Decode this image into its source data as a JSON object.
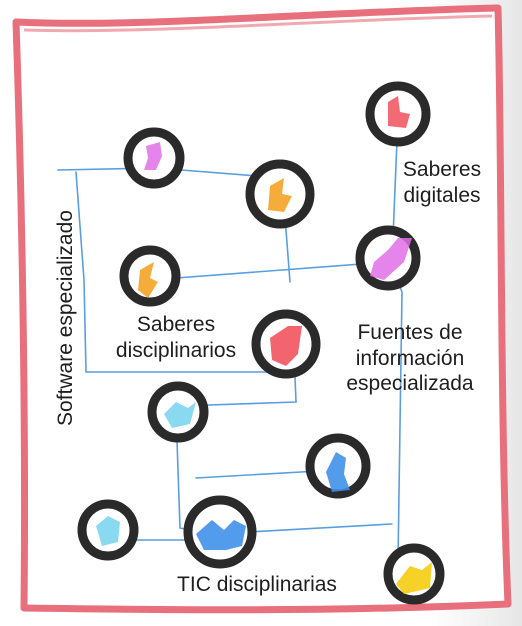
{
  "labels": {
    "saberes_digitales": [
      "Saberes",
      "digitales"
    ],
    "saberes_disciplinarios": [
      "Saberes",
      "disciplinarios"
    ],
    "fuentes": [
      "Fuentes de",
      "información",
      "especializada"
    ],
    "tic": "TIC disciplinarias",
    "software": "Software especializado"
  },
  "colors": {
    "frame": "#e8707c",
    "link": "#5a9ee0",
    "node_ring": "#2a2a2a",
    "magenta": "#e070e8",
    "orange": "#f5a020",
    "red": "#f0505a",
    "cyan": "#7cd6f0",
    "blue": "#3a8ee8",
    "yellow": "#f5cc10"
  },
  "nodes": [
    {
      "id": "node-red-top",
      "color": "red"
    },
    {
      "id": "node-magenta-1",
      "color": "magenta"
    },
    {
      "id": "node-orange-1",
      "color": "orange"
    },
    {
      "id": "node-magenta-2",
      "color": "magenta"
    },
    {
      "id": "node-orange-2",
      "color": "orange"
    },
    {
      "id": "node-red-2",
      "color": "red"
    },
    {
      "id": "node-cyan-1",
      "color": "cyan"
    },
    {
      "id": "node-blue-1",
      "color": "blue"
    },
    {
      "id": "node-cyan-2",
      "color": "cyan"
    },
    {
      "id": "node-blue-2",
      "color": "blue"
    },
    {
      "id": "node-yellow",
      "color": "yellow"
    }
  ]
}
